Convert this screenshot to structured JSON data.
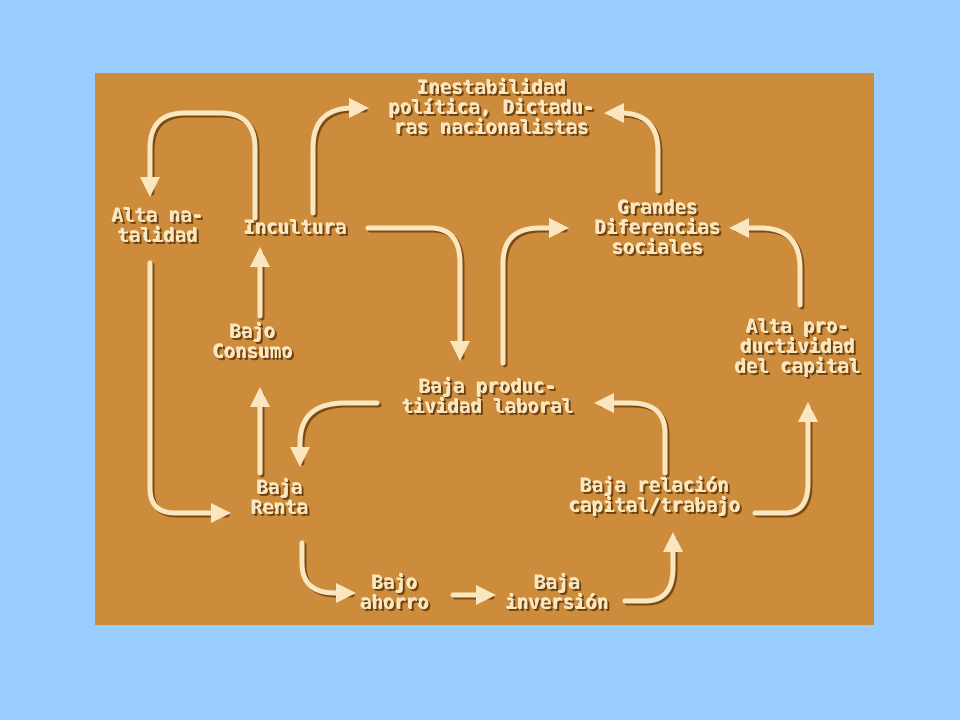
{
  "diagram": {
    "nodes": {
      "inestabilidad": [
        "Inestabilidad",
        "política, Dictadu-",
        "ras nacionalistas"
      ],
      "alta_natalidad": [
        "Alta na-",
        "talidad"
      ],
      "incultura": [
        "Incultura"
      ],
      "grandes_diferencias": [
        "Grandes",
        "Diferencias",
        "sociales"
      ],
      "bajo_consumo": [
        "Bajo",
        "Consumo"
      ],
      "alta_productividad_capital": [
        "Alta pro-",
        "ductividad",
        "del capital"
      ],
      "baja_productividad_laboral": [
        "Baja produc-",
        "tividad laboral"
      ],
      "baja_renta": [
        "Baja",
        "Renta"
      ],
      "baja_relacion": [
        "Baja relación",
        "capital/trabajo"
      ],
      "bajo_ahorro": [
        "Bajo",
        "ahorro"
      ],
      "baja_inversion": [
        "Baja",
        "inversión"
      ]
    },
    "colors": {
      "background": "#99ccff",
      "panel": "#cc8c3c",
      "text": "#fbe7bf",
      "shadow": "#7c4a14"
    }
  }
}
